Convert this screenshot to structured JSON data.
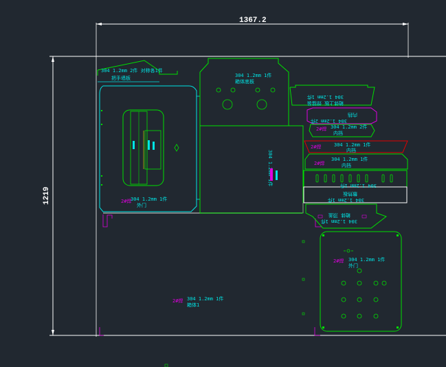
{
  "colors": {
    "background": "#212830",
    "green": "#00e000",
    "cyan": "#00e5e5",
    "magenta": "#e000e0",
    "white": "#ffffff",
    "red": "#e00000",
    "yellow": "#e5e500",
    "gray": "#9a9a9a"
  },
  "dimensions": {
    "width": "1367.2",
    "height": "1219"
  },
  "parts": {
    "handle_plate": {
      "spec": "304 1.2mm 2件 对称各1件",
      "name": "把手墙板"
    },
    "cabinet_bottom": {
      "spec": "304 1.2mm 1件",
      "name": "箱体底板"
    },
    "outer_door_left": {
      "tag": "2#焊",
      "spec": "304 1.2mm 1件",
      "name": "外门"
    },
    "vertical_part": {
      "spec": "304 1.2mm 1件"
    },
    "inner_box_top": {
      "spec": "304 1.2mm 1件",
      "name": "箱体上板 焊接装"
    },
    "inner_bracket_a": {
      "tag": "2#焊",
      "name": "内挡",
      "spec": "304 1.2mm 2件"
    },
    "inner_bracket_b": {
      "tag": "2#焊",
      "spec": "304 1.2mm 1件",
      "name": "内挡"
    },
    "inner_bracket_c": {
      "tag": "2#焊",
      "spec": "304 1.2mm 1件",
      "name": "内挡"
    },
    "slot_panel": {
      "spec": "304 1.2mm 1件",
      "name": "散热板"
    },
    "lower_cover": {
      "name": "箱体 顶盖",
      "spec": "304 1.2mm 1件"
    },
    "outer_door_right": {
      "tag": "2#焊",
      "spec": "304 1.2mm 1件",
      "name": "外门"
    },
    "cabinet_body": {
      "tag": "2#焊",
      "spec": "304 1.2mm 1件",
      "name": "箱体1"
    }
  }
}
